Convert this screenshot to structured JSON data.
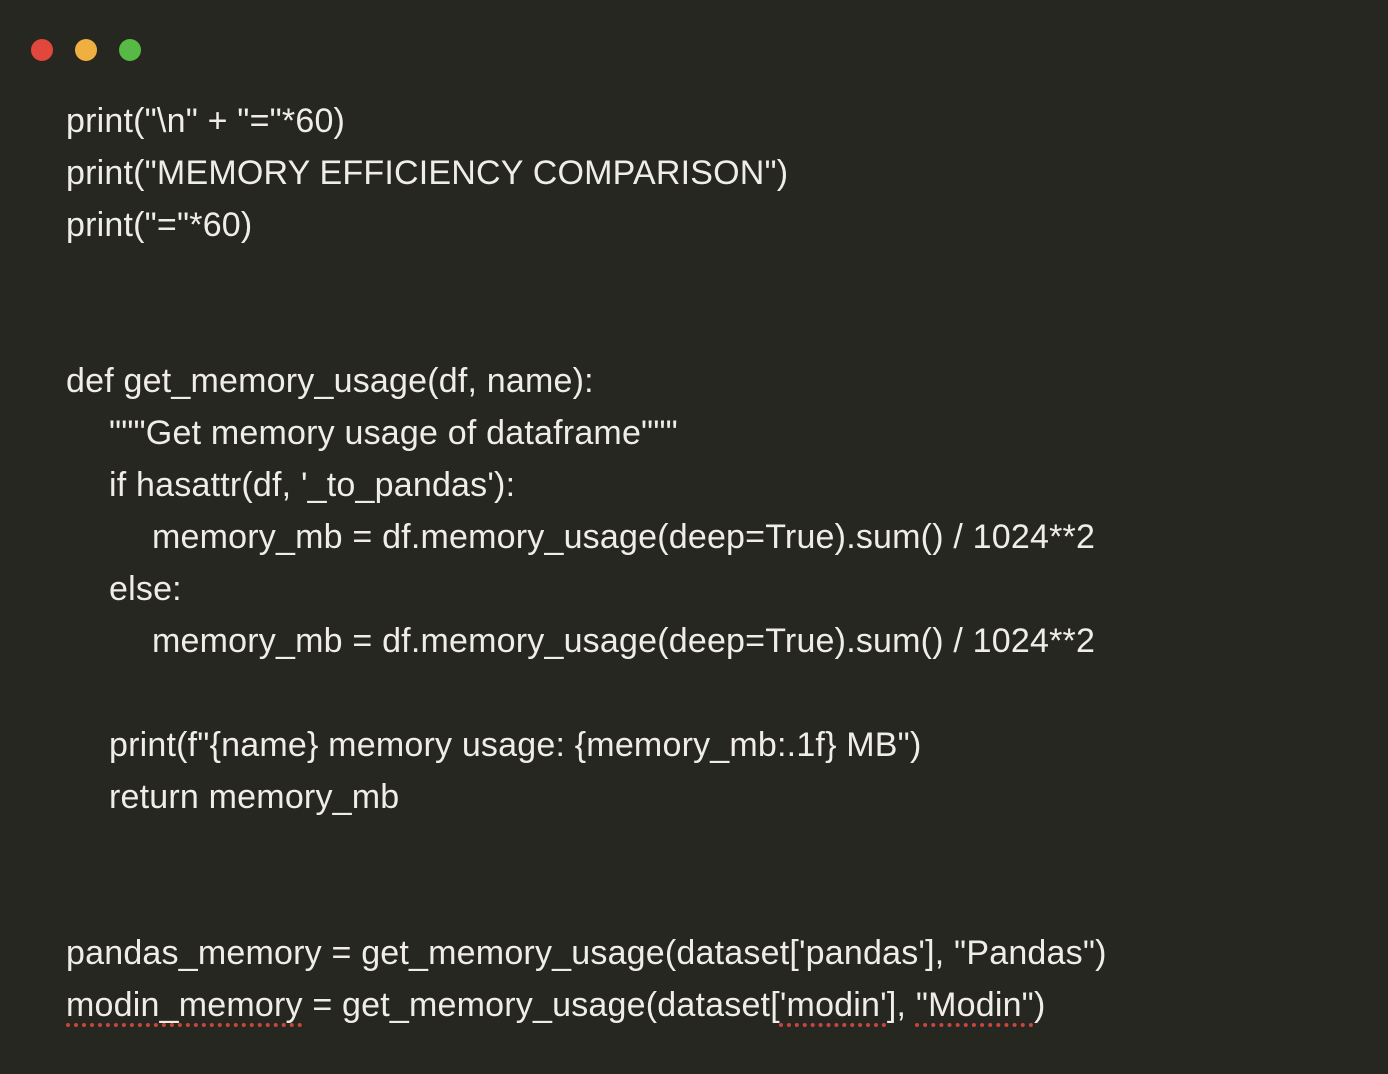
{
  "window": {
    "background": "#272721",
    "text_color": "#efede6",
    "controls": [
      {
        "name": "close",
        "color": "#e2473e"
      },
      {
        "name": "minimize",
        "color": "#efb041"
      },
      {
        "name": "zoom",
        "color": "#57ba45"
      }
    ]
  },
  "code": {
    "squiggle_color": "#c7453d",
    "lines": [
      {
        "indent": 0,
        "segments": [
          {
            "text": "print(\"\\n\" + \"=\"*60)"
          }
        ]
      },
      {
        "indent": 0,
        "segments": [
          {
            "text": "print(\"MEMORY EFFICIENCY COMPARISON\")"
          }
        ]
      },
      {
        "indent": 0,
        "segments": [
          {
            "text": "print(\"=\"*60)"
          }
        ]
      },
      {
        "indent": 0,
        "segments": []
      },
      {
        "indent": 0,
        "segments": []
      },
      {
        "indent": 0,
        "segments": [
          {
            "text": "def get_memory_usage(df, name):"
          }
        ]
      },
      {
        "indent": 1,
        "segments": [
          {
            "text": "\"\"\"Get memory usage of dataframe\"\"\""
          }
        ]
      },
      {
        "indent": 1,
        "segments": [
          {
            "text": "if hasattr(df, '_to_pandas'):"
          }
        ]
      },
      {
        "indent": 2,
        "segments": [
          {
            "text": "memory_mb = df.memory_usage(deep=True).sum() / 1024**2"
          }
        ]
      },
      {
        "indent": 1,
        "segments": [
          {
            "text": "else:"
          }
        ]
      },
      {
        "indent": 2,
        "segments": [
          {
            "text": "memory_mb = df.memory_usage(deep=True).sum() / 1024**2"
          }
        ]
      },
      {
        "indent": 0,
        "segments": []
      },
      {
        "indent": 1,
        "segments": [
          {
            "text": "print(f\"{name} memory usage: {memory_mb:.1f} MB\")"
          }
        ]
      },
      {
        "indent": 1,
        "segments": [
          {
            "text": "return memory_mb"
          }
        ]
      },
      {
        "indent": 0,
        "segments": []
      },
      {
        "indent": 0,
        "segments": []
      },
      {
        "indent": 0,
        "segments": [
          {
            "text": "pandas_memory = get_memory_usage(dataset['pandas'], \"Pandas\")"
          }
        ]
      },
      {
        "indent": 0,
        "segments": [
          {
            "text": "modin_memory",
            "misspelled": true
          },
          {
            "text": " = get_memory_usage(dataset["
          },
          {
            "text": "'modin'",
            "misspelled": true
          },
          {
            "text": "], "
          },
          {
            "text": "\"Modin\"",
            "misspelled": true
          },
          {
            "text": ")"
          }
        ]
      }
    ]
  }
}
